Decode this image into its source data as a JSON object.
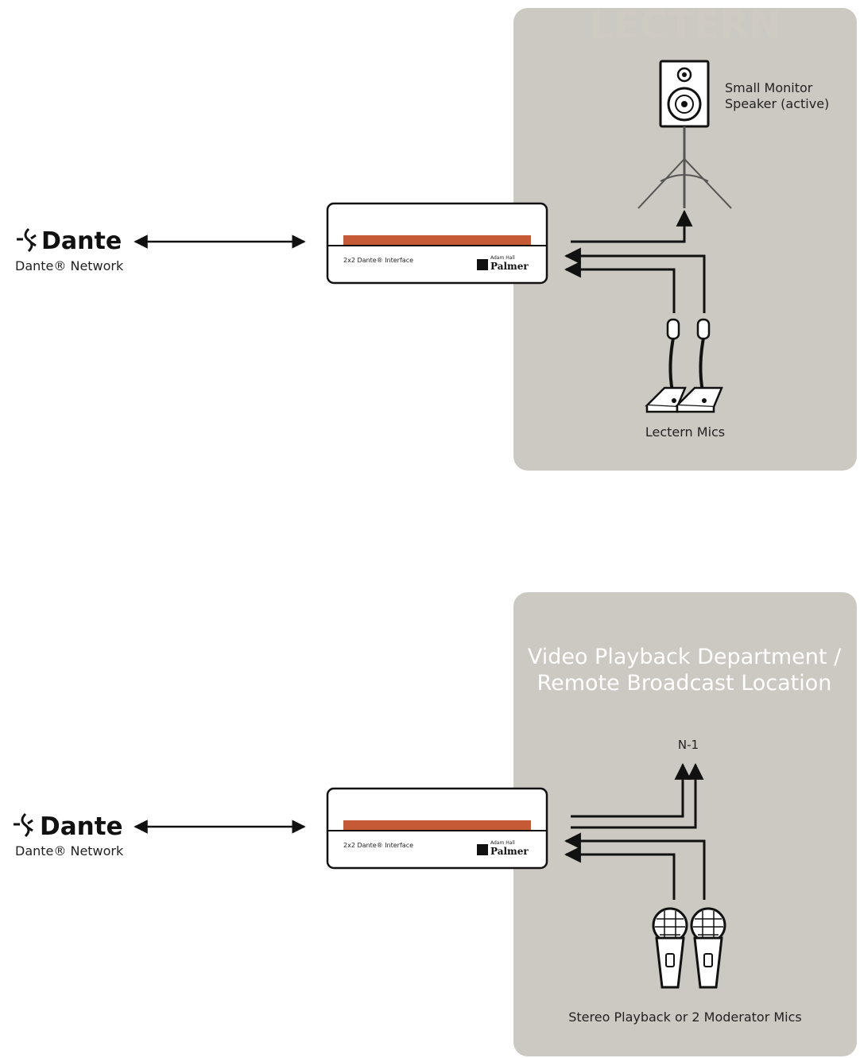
{
  "colors": {
    "panel": "#ccc9c2",
    "stripe": "#c65a37",
    "line": "#111111",
    "background": "#ffffff"
  },
  "diagrams": [
    {
      "panel_title": "LECTERN",
      "dante_logo_text": "Dante",
      "dante_network_label": "Dante® Network",
      "interface_label": "2x2 Dante® Interface",
      "brand_small": "Adam Hall",
      "brand": "Palmer",
      "output_device_label_line1": "Small Monitor",
      "output_device_label_line2": "Speaker (active)",
      "input_device_label": "Lectern Mics"
    },
    {
      "panel_title_line1": "Video Playback Department /",
      "panel_title_line2": "Remote Broadcast Location",
      "dante_logo_text": "Dante",
      "dante_network_label": "Dante® Network",
      "interface_label": "2x2 Dante® Interface",
      "brand_small": "Adam Hall",
      "brand": "Palmer",
      "output_label": "N-1",
      "input_device_label": "Stereo Playback or 2 Moderator Mics"
    }
  ]
}
